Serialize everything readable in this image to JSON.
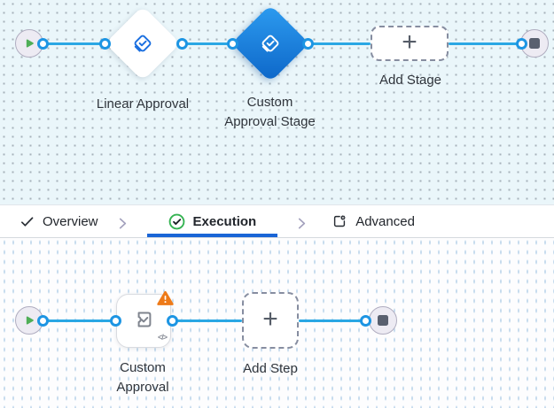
{
  "app": {
    "name": "workflow-stage-editor"
  },
  "glyphs": {
    "plus": "+",
    "code": "</>"
  },
  "colors": {
    "canvas_top_bg": "#eaf6fa",
    "canvas_bottom_bg": "#fdfdfe",
    "edge_blue": "#2aa7e4",
    "port_blue": "#1d95e3",
    "stage_gradient_start": "#2d9cf0",
    "stage_gradient_end": "#0d66c8",
    "approval_icon_blue": "#1a6fe0",
    "play_green": "#4fae57",
    "execution_check_green": "#35b352",
    "warning_orange": "#ee7a18",
    "active_tab_underline": "#1a65d6",
    "terminal_fill": "#edebf3",
    "stop_square": "#59606f"
  },
  "top_canvas": {
    "stages": [
      {
        "id": "linear-approval",
        "label": "Linear Approval",
        "selected": false
      },
      {
        "id": "custom-approval-stage",
        "label": "Custom Approval Stage",
        "selected": true
      }
    ],
    "add_button": {
      "label": "Add Stage"
    }
  },
  "tab_bar": {
    "tabs": [
      {
        "label": "Overview",
        "icon": "check-icon",
        "active": false
      },
      {
        "label": "Execution",
        "icon": "check-circle-icon",
        "active": true
      },
      {
        "label": "Advanced",
        "icon": "stage-settings-icon",
        "active": false
      }
    ]
  },
  "bottom_canvas": {
    "steps": [
      {
        "id": "custom-approval",
        "label": "Custom Approval",
        "has_warning": true,
        "has_code_badge": true
      }
    ],
    "add_button": {
      "label": "Add Step"
    }
  }
}
